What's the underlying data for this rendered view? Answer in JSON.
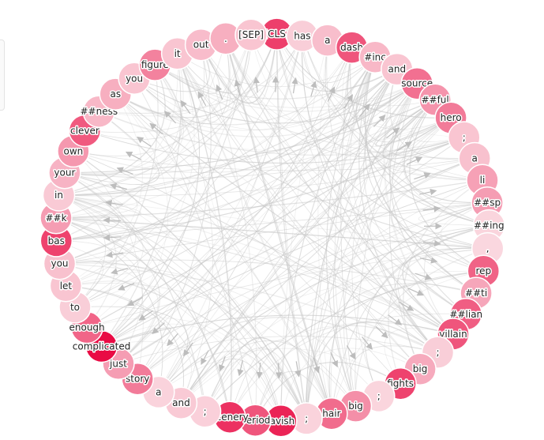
{
  "graph": {
    "nodes": [
      {
        "label": "[CLS]",
        "weight": 0.72
      },
      {
        "label": "has",
        "weight": 0.08
      },
      {
        "label": "a",
        "weight": 0.15
      },
      {
        "label": "dash",
        "weight": 0.62
      },
      {
        "label": "#inc",
        "weight": 0.18
      },
      {
        "label": "and",
        "weight": 0.12
      },
      {
        "label": "source",
        "weight": 0.5
      },
      {
        "label": "##ful",
        "weight": 0.34
      },
      {
        "label": "hero",
        "weight": 0.45
      },
      {
        "label": ";",
        "weight": 0.12
      },
      {
        "label": "a",
        "weight": 0.14
      },
      {
        "label": "li",
        "weight": 0.28
      },
      {
        "label": "##sp",
        "weight": 0.3
      },
      {
        "label": "##ing",
        "weight": 0.05
      },
      {
        "label": ",",
        "weight": 0.04
      },
      {
        "label": "rep",
        "weight": 0.56
      },
      {
        "label": "##ti",
        "weight": 0.26
      },
      {
        "label": "##lian",
        "weight": 0.58
      },
      {
        "label": "villain",
        "weight": 0.62
      },
      {
        "label": ";",
        "weight": 0.08
      },
      {
        "label": "big",
        "weight": 0.24
      },
      {
        "label": "fights",
        "weight": 0.7
      },
      {
        "label": ";",
        "weight": 0.05
      },
      {
        "label": "big",
        "weight": 0.36
      },
      {
        "label": "hair",
        "weight": 0.52
      },
      {
        "label": ";",
        "weight": 0.06
      },
      {
        "label": "lavish",
        "weight": 0.84
      },
      {
        "label": "period",
        "weight": 0.62
      },
      {
        "label": "scenery",
        "weight": 0.78
      },
      {
        "label": ";",
        "weight": 0.07
      },
      {
        "label": "and",
        "weight": 0.1
      },
      {
        "label": "a",
        "weight": 0.06
      },
      {
        "label": "story",
        "weight": 0.45
      },
      {
        "label": "just",
        "weight": 0.3
      },
      {
        "label": "complicated",
        "weight": 0.95
      },
      {
        "label": "enough",
        "weight": 0.55
      },
      {
        "label": "to",
        "weight": 0.08
      },
      {
        "label": "let",
        "weight": 0.12
      },
      {
        "label": "you",
        "weight": 0.14
      },
      {
        "label": "bas",
        "weight": 0.7
      },
      {
        "label": "##k",
        "weight": 0.3
      },
      {
        "label": "in",
        "weight": 0.1
      },
      {
        "label": "your",
        "weight": 0.2
      },
      {
        "label": "own",
        "weight": 0.32
      },
      {
        "label": "clever",
        "weight": 0.6
      },
      {
        "label": "##ness",
        "weight": 0.18
      },
      {
        "label": "as",
        "weight": 0.22
      },
      {
        "label": "you",
        "weight": 0.12
      },
      {
        "label": "figure",
        "weight": 0.42
      },
      {
        "label": "it",
        "weight": 0.12
      },
      {
        "label": "out",
        "weight": 0.16
      },
      {
        "label": ".",
        "weight": 0.22
      },
      {
        "label": "[SEP]",
        "weight": 0.12
      }
    ],
    "edge_color": "#c8c8c8",
    "arrow_color": "#bdbdbd"
  }
}
